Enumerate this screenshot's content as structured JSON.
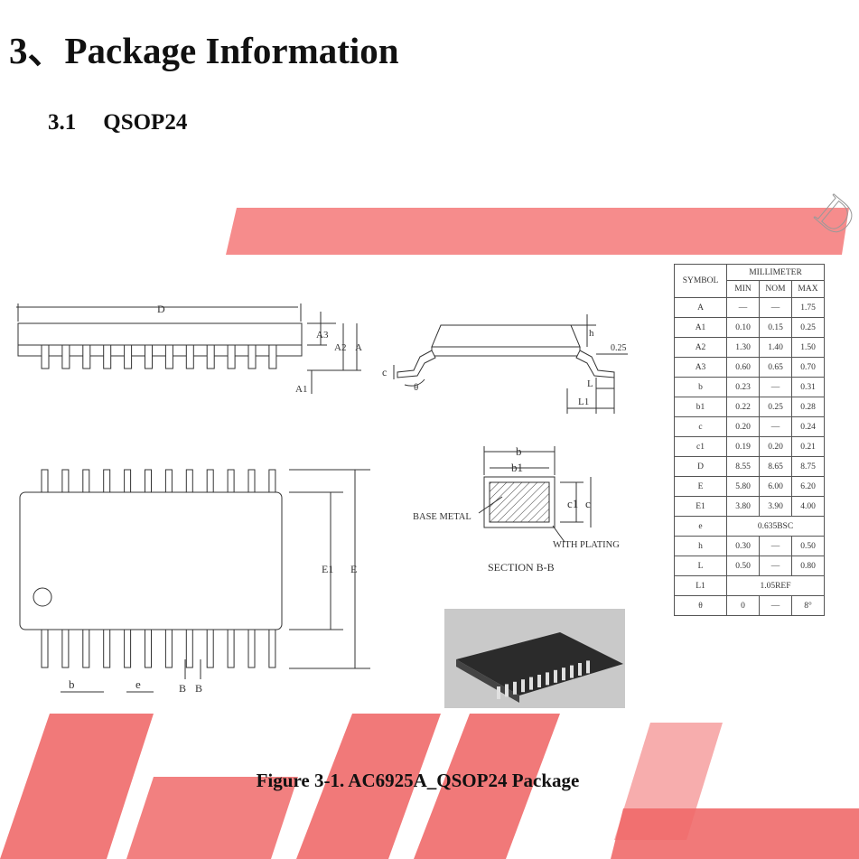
{
  "page": {
    "heading": "3、Package Information",
    "subheading_number": "3.1",
    "subheading_title": "QSOP24",
    "caption": "Figure 3-1. AC6925A_QSOP24 Package"
  },
  "watermark": {
    "color": "#f06a6a",
    "text": "D"
  },
  "drawing": {
    "side_labels": {
      "D": "D",
      "A3": "A3",
      "A2": "A2",
      "A": "A",
      "A1": "A1"
    },
    "end_labels": {
      "h": "h",
      "gauge": "0.25",
      "c": "c",
      "theta": "θ",
      "L": "L",
      "L1": "L1"
    },
    "section": {
      "b": "b",
      "b1": "b1",
      "c1": "c1",
      "c": "c",
      "base_metal": "BASE METAL",
      "with_plating": "WITH PLATING",
      "title": "SECTION B-B"
    },
    "top_labels": {
      "E1": "E1",
      "E": "E",
      "b": "b",
      "e": "e",
      "B1": "B",
      "B2": "B"
    }
  },
  "table": {
    "header_symbol": "SYMBOL",
    "header_unit": "MILLIMETER",
    "subheaders": [
      "MIN",
      "NOM",
      "MAX"
    ],
    "rows": [
      {
        "symbol": "A",
        "min": "—",
        "nom": "—",
        "max": "1.75"
      },
      {
        "symbol": "A1",
        "min": "0.10",
        "nom": "0.15",
        "max": "0.25"
      },
      {
        "symbol": "A2",
        "min": "1.30",
        "nom": "1.40",
        "max": "1.50"
      },
      {
        "symbol": "A3",
        "min": "0.60",
        "nom": "0.65",
        "max": "0.70"
      },
      {
        "symbol": "b",
        "min": "0.23",
        "nom": "—",
        "max": "0.31"
      },
      {
        "symbol": "b1",
        "min": "0.22",
        "nom": "0.25",
        "max": "0.28"
      },
      {
        "symbol": "c",
        "min": "0.20",
        "nom": "—",
        "max": "0.24"
      },
      {
        "symbol": "c1",
        "min": "0.19",
        "nom": "0.20",
        "max": "0.21"
      },
      {
        "symbol": "D",
        "min": "8.55",
        "nom": "8.65",
        "max": "8.75"
      },
      {
        "symbol": "E",
        "min": "5.80",
        "nom": "6.00",
        "max": "6.20"
      },
      {
        "symbol": "E1",
        "min": "3.80",
        "nom": "3.90",
        "max": "4.00"
      },
      {
        "symbol": "e",
        "span": "0.635BSC"
      },
      {
        "symbol": "h",
        "min": "0.30",
        "nom": "—",
        "max": "0.50"
      },
      {
        "symbol": "L",
        "min": "0.50",
        "nom": "—",
        "max": "0.80"
      },
      {
        "symbol": "L1",
        "span": "1.05REF"
      },
      {
        "symbol": "θ",
        "min": "0",
        "nom": "—",
        "max": "8°"
      }
    ]
  }
}
